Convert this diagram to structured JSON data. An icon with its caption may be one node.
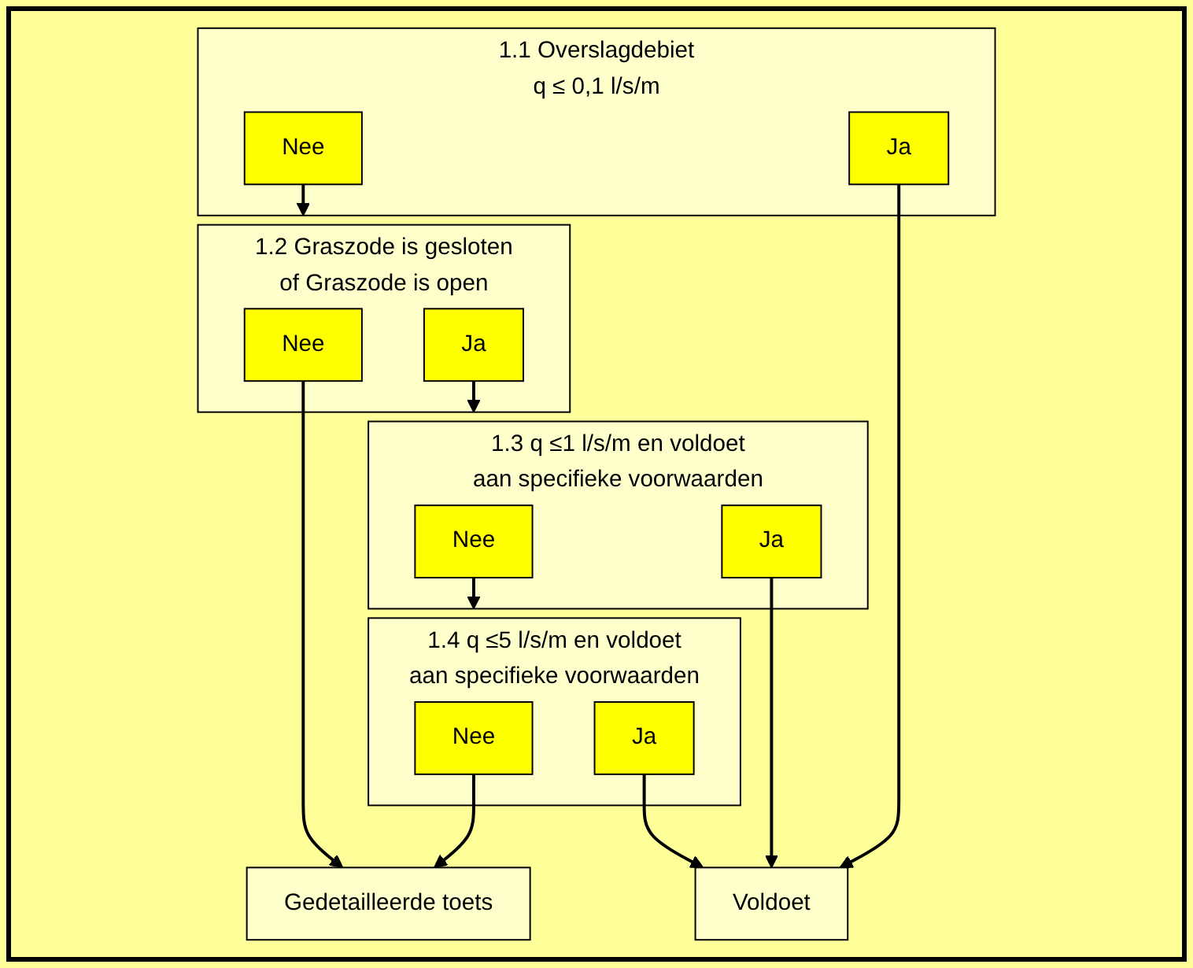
{
  "diagram": {
    "nodes": [
      {
        "text": [
          "1.1 Overslagdebiet q ≤ 0,1 l/s/m"
        ]
      },
      {
        "text": [
          "Nee"
        ],
        "in": 0
      },
      {
        "text": [
          "Ja"
        ],
        "in": 0
      },
      {
        "text": [
          "1.2 Graszode is gesloten of Graszode is open"
        ]
      },
      {
        "text": [
          "Nee"
        ],
        "in": 3
      },
      {
        "text": [
          "Ja"
        ],
        "in": 3
      },
      {
        "text": [
          "1.3 q ≤1 l/s/m en voldoet aan specifieke voorwaarden"
        ]
      },
      {
        "text": [
          "Nee"
        ],
        "in": 6
      },
      {
        "text": [
          "Ja"
        ],
        "in": 6
      },
      {
        "text": [
          "1.4 q ≤5 l/s/m en voldoet aan specifieke voorwaarden"
        ]
      },
      {
        "text": [
          "Nee"
        ],
        "in": 9
      },
      {
        "text": [
          "Ja"
        ],
        "in": 9
      },
      {
        "text": [
          "Gedetailleerde toets"
        ]
      },
      {
        "text": [
          "Voldoet"
        ]
      }
    ],
    "edges": [
      {
        "from": 1,
        "to": 3,
        "arrow": "to"
      },
      {
        "from": 2,
        "to": 13,
        "arrow": "to"
      },
      {
        "from": 4,
        "to": 12,
        "arrow": "to"
      },
      {
        "from": 5,
        "to": 6,
        "arrow": "to"
      },
      {
        "from": 7,
        "to": 9,
        "arrow": "to"
      },
      {
        "from": 8,
        "to": 13,
        "arrow": "to"
      },
      {
        "from": 10,
        "to": 12,
        "arrow": "to"
      },
      {
        "from": 11,
        "to": 13,
        "arrow": "to"
      }
    ]
  }
}
